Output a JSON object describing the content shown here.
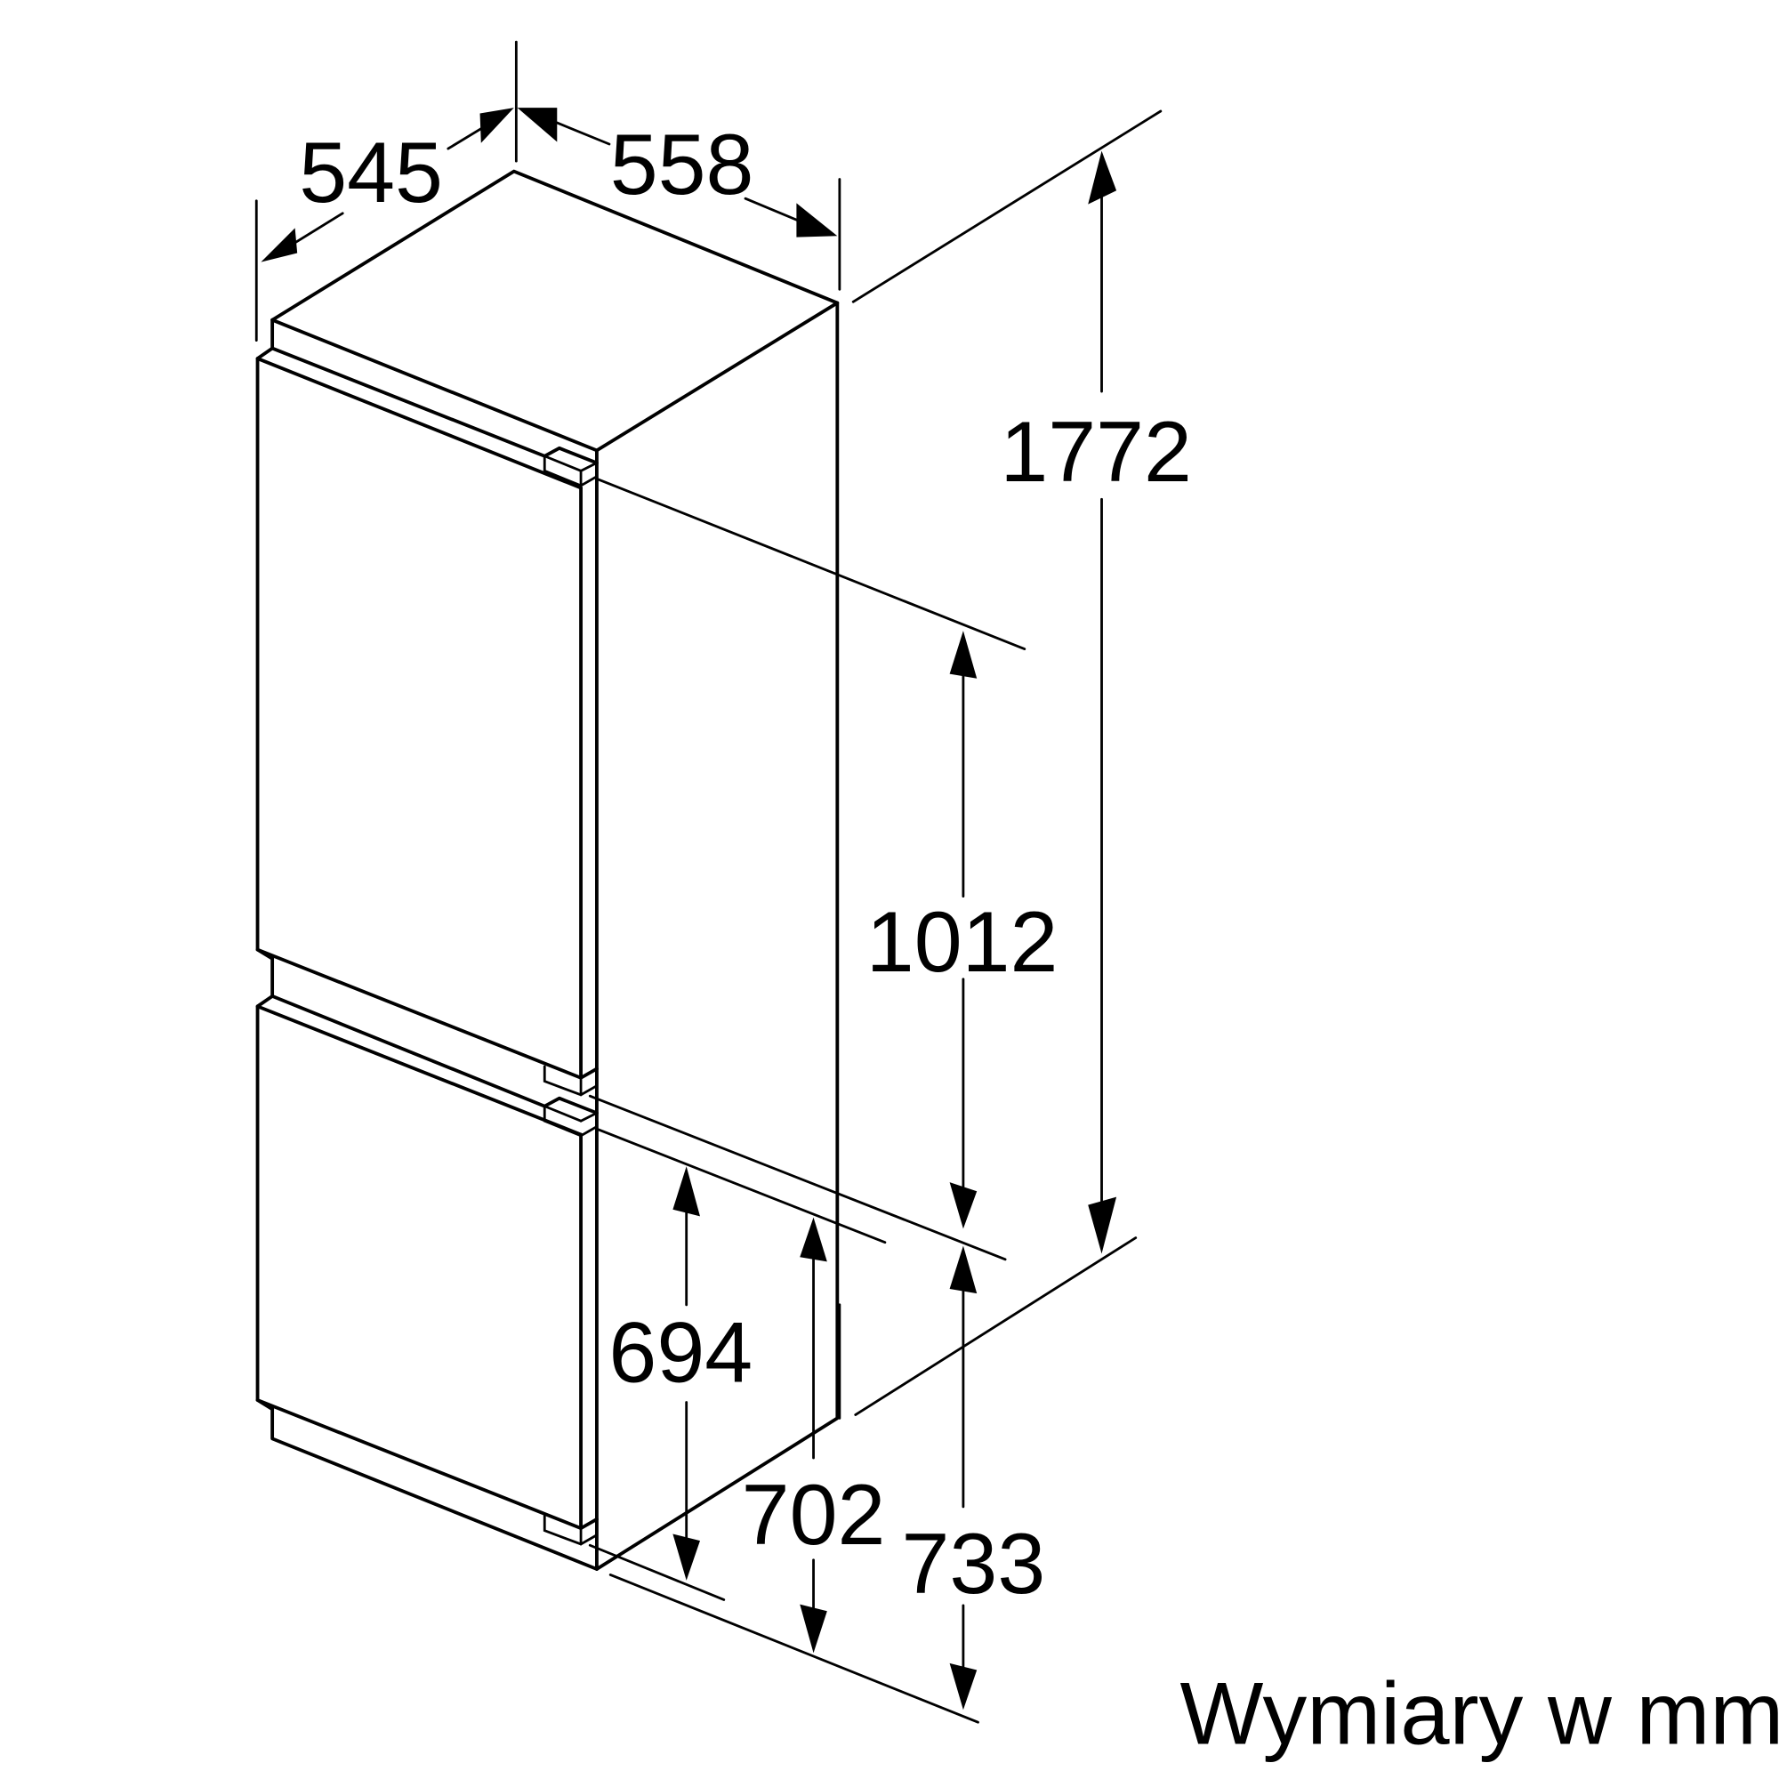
{
  "dimensions": {
    "depth": "545",
    "width": "558",
    "total_height": "1772",
    "upper_door_height": "1012",
    "lower_door_height": "694",
    "lower_section_702": "702",
    "lower_section_733": "733"
  },
  "caption": "Wymiary w mm",
  "colors": {
    "line": "#000000",
    "background": "#ffffff"
  }
}
